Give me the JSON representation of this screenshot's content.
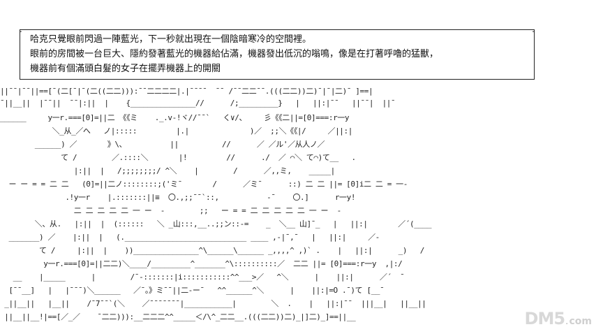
{
  "narration": {
    "lines": [
      "哈克只覺眼前閃過一陣藍光，下一秒就出現在一個陰暗寒冷的空間裡。",
      "眼前的房間被一台巨大、隱約發著藍光的機器給佔滿，機器發出低沉的嗡鳴，像是在打著呼嚕的猛獸，",
      "機器前有個滿頭白髮的女子在擺弄機器上的開關"
    ]
  },
  "art": {
    "lines": [
      "||¯¯|¯¯||==[¯(二[¯|¯(二((二二))):¯¯二二二二|.|¯¯¯¯  ¯¯ /¯¯二二¯¯.(((二二))二)¯|¯|二)¯ ]==|",
      "¯||__||  |¯¯||  ¯¯|:||  |    {_______________//      /;_________}   |   ||:|¯¯   ||¯¯|  ||¯",
      "______     y一r.===[0]=||二 《《ミ    ._.v-!ヾ//¯¯`   く∨/、    彡《《二||=[0]===:r一y",
      "            ＼_从_／へ   ノ|:::::         |.|              )／  ;;＼《《|/     ／||:|",
      "        ______) ／       》\\、          ||          //      ／ ／ル'／从人ノ／",
      "              て /        ／.::::＼       |!         //      ./  ／ ⌒＼ て⌒)て__   .",
      "                 |:||  |   /;;;;;;;;/ ^＼    |        /      ／,,ミ,    _____|",
      "  ー ー = = 二 二   (0]=||二ノ::::::::;('ミ¯       /      ／ミ¯      ::) 二 二 ||= [0]i二 二 = 一-",
      "               .!y一r    |.:::::::||≡  〇.,;;¯¯`::,           -¯    〇.]      r一y!",
      "                 二 二 二 二 二 一 ー  -        ;;   ー = = 二 二 二 二 二 一 ー  -",
      "        ＼、从.   |:||  |  (::::::   ＼ _山:::,__..;;ン::-=    _  ＼__ 山]¯_   |   ||:|       ／´(____",
      "  _______) ／    |:||  |   (.____________________________ ____ ,-|¯,¯   |   ||:|     ／-",
      "         て /     |:||  |    ))_______________^\\______\\______ _,,,,^ ,)` .    |   ||:|      _)   /",
      "          y一r.===[0]=||二二)＼____/_________^_______^\\::::::::::／  二二 ||= [0]===:r一y  ,|:/",
      "   __    |_____      |        /¯-:::::::|i:::::::::::^^___>／   ^＼      |    ||:|      ／´  ¯",
      "  [¯¯__]   |   |¯¯¯)＼______   ／¯。》ミ¯¯||二-ー¯   ^^______^＼      |    ||:|=O .¯)て [__¯",
      " _||__||   |__||    /¯7¯¯`(＼    ／¯¯¯¯¯¯¯|___________|        ＼  .    |   ||:|¯¯  |||__|   ||__||",
      " ||__||__!|==[／_／    ¯二二))):__二二二^^_____＜/\\^_二二__.(((二二))二)_|]二)_]==||__"
    ]
  },
  "watermark": {
    "brand": "DM5",
    "domain": "com"
  }
}
